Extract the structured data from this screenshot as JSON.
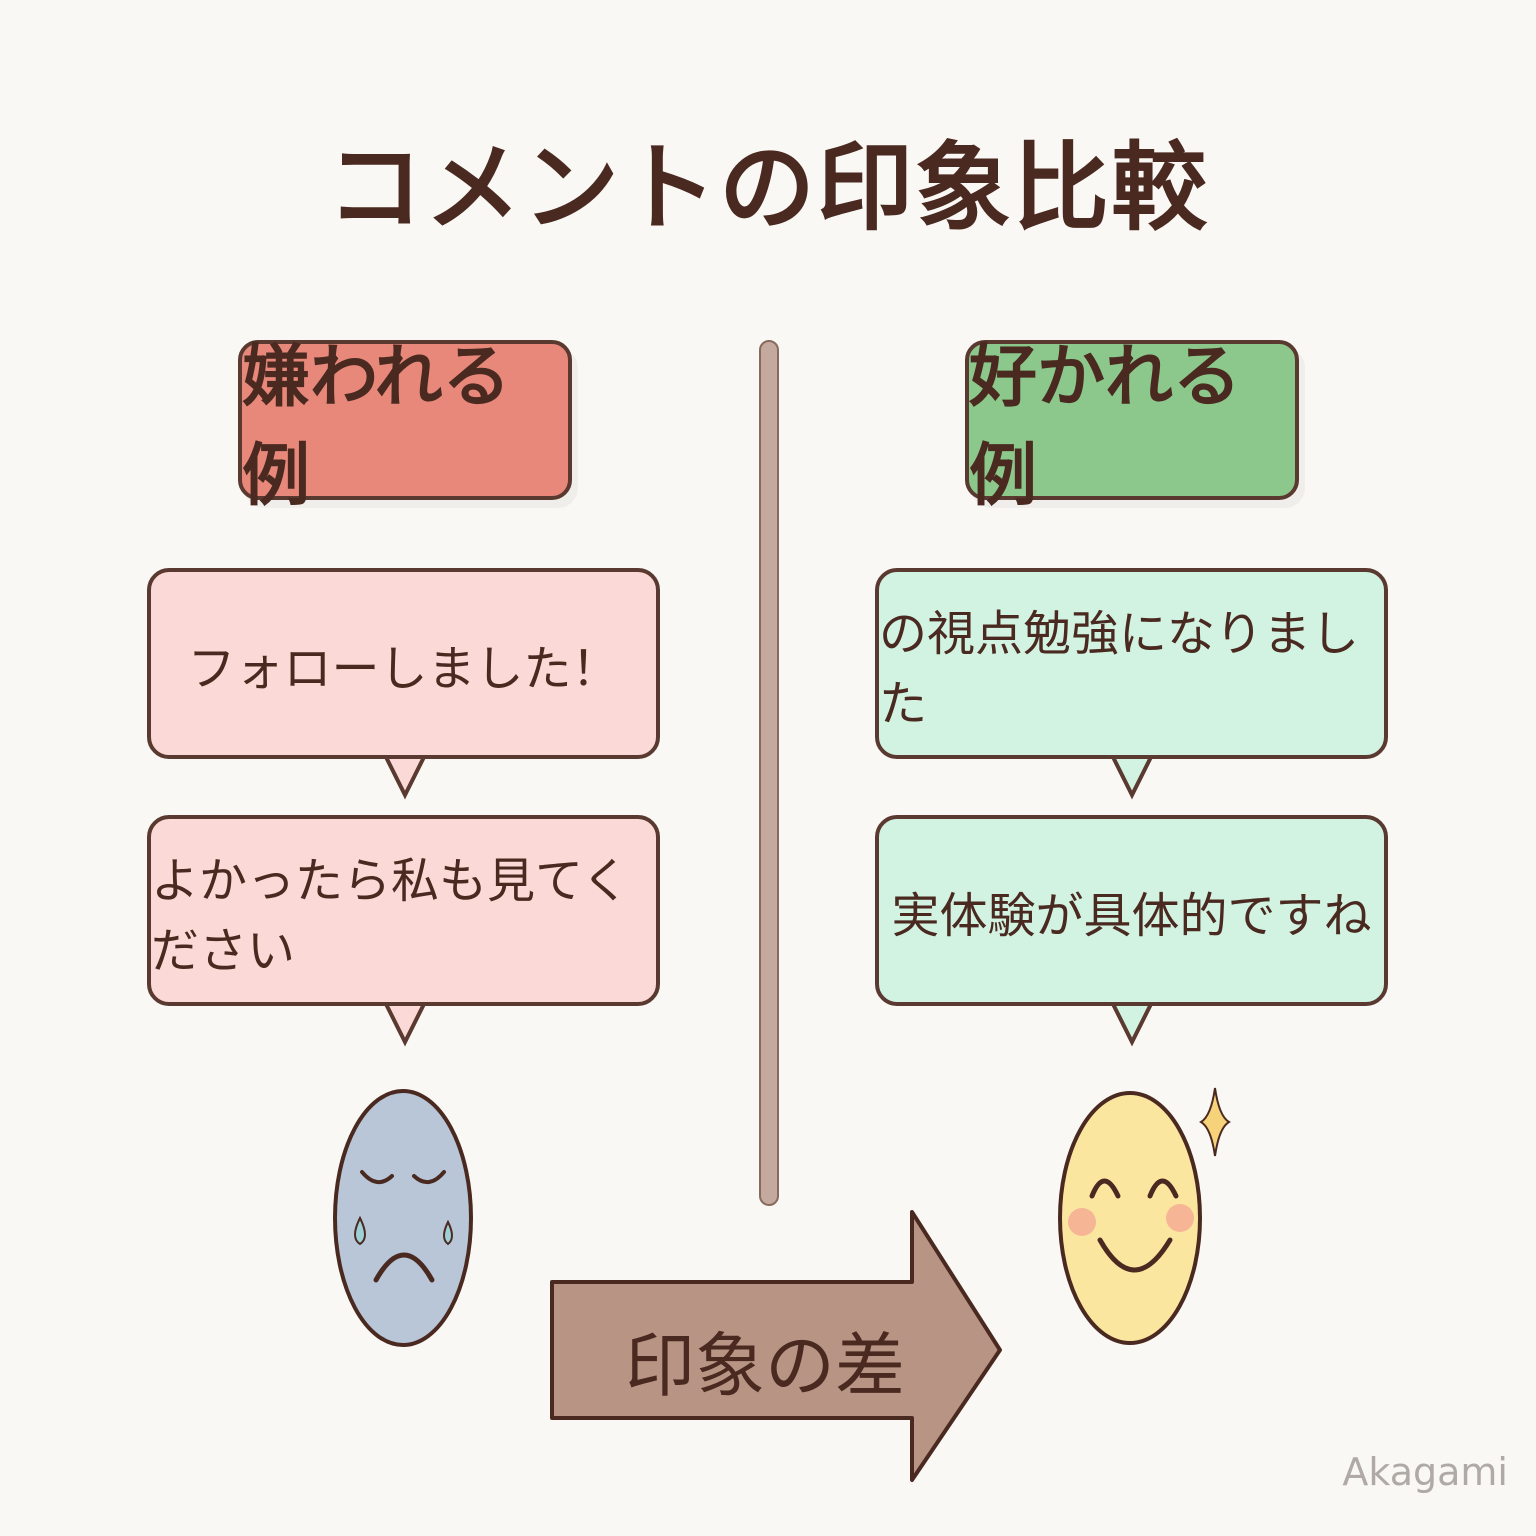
{
  "title": "コメントの印象比較",
  "bad": {
    "header": "嫌われる例",
    "comments": [
      "フォローしました！",
      "よかったら私も見てください"
    ],
    "face": "sad-face-icon",
    "color": "#e8887a",
    "bubble_color": "#fbd9d6"
  },
  "good": {
    "header": "好かれる例",
    "comments": [
      "の視点勉強になりました",
      "実体験が具体的ですね"
    ],
    "face": "happy-face-icon",
    "color": "#8cc78c",
    "bubble_color": "#d2f2e2"
  },
  "arrow": {
    "label": "印象の差",
    "color": "#b89484"
  },
  "signature": "Akagami"
}
